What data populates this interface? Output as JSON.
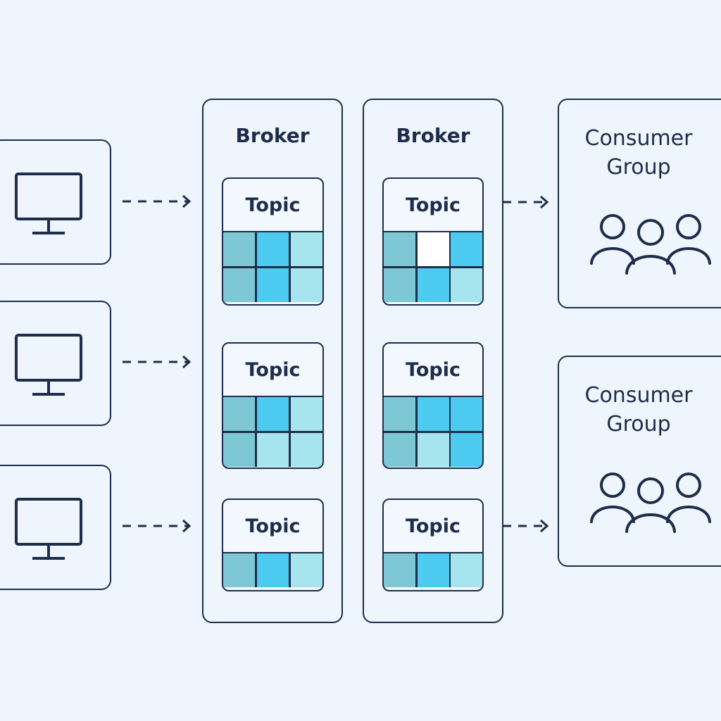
{
  "colors": {
    "background": "#eef5fc",
    "stroke": "#1e2d4a",
    "teal": "#7ec8d6",
    "blue": "#4ccaf0",
    "light": "#a6e4ee",
    "white": "#ffffff"
  },
  "brokers": [
    {
      "title": "Broker",
      "topics": [
        {
          "label": "Topic",
          "cells": [
            "teal",
            "blue",
            "light",
            "teal",
            "blue",
            "light"
          ]
        },
        {
          "label": "Topic",
          "cells": [
            "teal",
            "blue",
            "light",
            "teal",
            "light",
            "light"
          ]
        },
        {
          "label": "Topic",
          "cells": [
            "teal",
            "blue",
            "light"
          ]
        }
      ]
    },
    {
      "title": "Broker",
      "topics": [
        {
          "label": "Topic",
          "cells": [
            "teal",
            "white",
            "blue",
            "teal",
            "blue",
            "light"
          ]
        },
        {
          "label": "Topic",
          "cells": [
            "teal",
            "blue",
            "blue",
            "teal",
            "light",
            "blue"
          ]
        },
        {
          "label": "Topic",
          "cells": [
            "teal",
            "blue",
            "light"
          ]
        }
      ]
    }
  ],
  "consumer_groups": [
    {
      "line1": "Consumer",
      "line2": "Group"
    },
    {
      "line1": "Consumer",
      "line2": "Group"
    }
  ],
  "icons": {
    "producer": "monitor-icon",
    "consumer": "users-icon",
    "flow": "dashed-arrow-icon"
  }
}
